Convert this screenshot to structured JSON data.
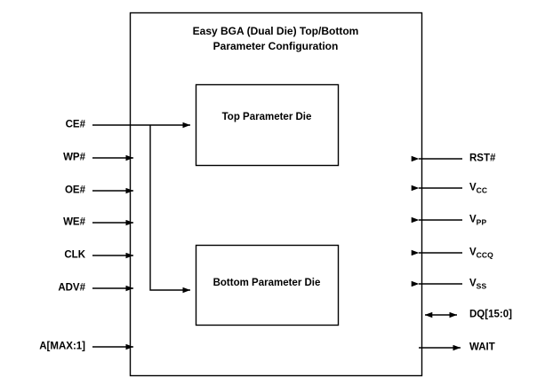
{
  "diagram": {
    "title_line1": "Easy BGA (Dual Die) Top/Bottom",
    "title_line2": "Parameter Configuration",
    "top_die_label": "Top Parameter Die",
    "bottom_die_label": "Bottom Parameter Die",
    "line_color": "#000000",
    "background_color": "#ffffff",
    "text_color": "#000000"
  },
  "left_signals": [
    {
      "label": "CE#",
      "direction": "in"
    },
    {
      "label": "WP#",
      "direction": "in"
    },
    {
      "label": "OE#",
      "direction": "in"
    },
    {
      "label": "WE#",
      "direction": "in"
    },
    {
      "label": "CLK",
      "direction": "in"
    },
    {
      "label": "ADV#",
      "direction": "in"
    },
    {
      "label": "A[MAX:1]",
      "direction": "in"
    }
  ],
  "right_signals": [
    {
      "label": "RST#",
      "sub": "",
      "direction": "in"
    },
    {
      "label": "V",
      "sub": "CC",
      "direction": "in"
    },
    {
      "label": "V",
      "sub": "PP",
      "direction": "in"
    },
    {
      "label": "V",
      "sub": "CCQ",
      "direction": "in"
    },
    {
      "label": "V",
      "sub": "SS",
      "direction": "in"
    },
    {
      "label": "DQ[15:0]",
      "sub": "",
      "direction": "bidir"
    },
    {
      "label": "WAIT",
      "sub": "",
      "direction": "out"
    }
  ]
}
